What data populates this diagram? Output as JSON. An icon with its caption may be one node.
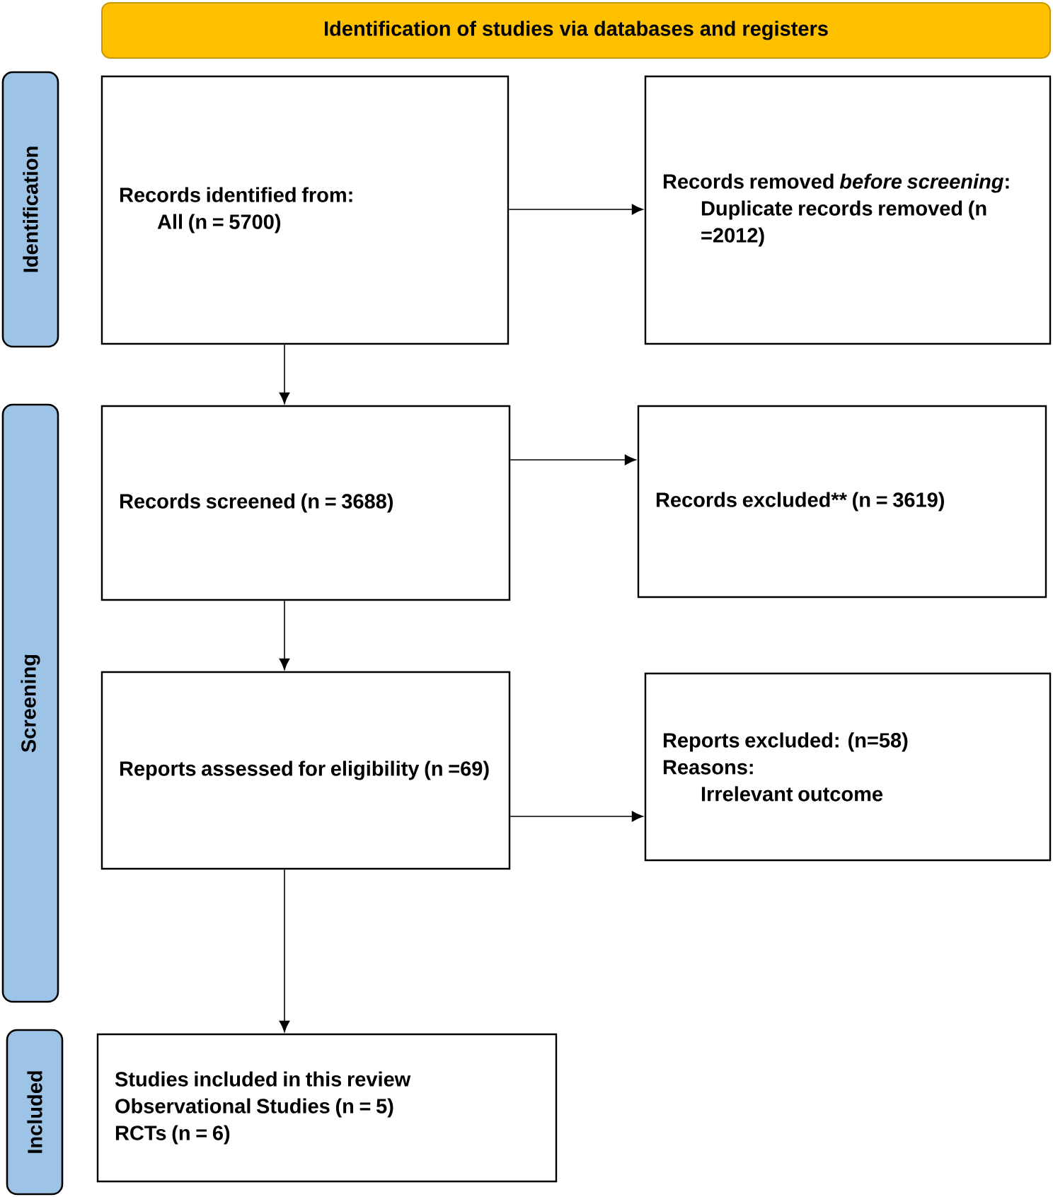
{
  "diagram": {
    "nodes": [
      {
        "text": [
          "Identification of studies via databases and registers"
        ]
      },
      {
        "text": [
          "Identification"
        ]
      },
      {
        "text": [
          "Screening"
        ]
      },
      {
        "text": [
          "Included"
        ]
      },
      {
        "text": [
          "Records identified from:",
          "All (n = 5700)"
        ]
      },
      {
        "text": [
          "Records removed *before screening*:",
          "Duplicate records removed (n =2012)"
        ]
      },
      {
        "text": [
          "Records screened (n = 3688)"
        ]
      },
      {
        "text": [
          "Records excluded** (n = 3619)"
        ]
      },
      {
        "text": [
          "Reports assessed for eligibility (n =69)"
        ]
      },
      {
        "text": [
          "Reports excluded: (n=58)",
          "Reasons:",
          "Irrelevant outcome"
        ]
      },
      {
        "text": [
          "Studies included in this review",
          "Observational Studies (n = 5)",
          "RCTs (n = 6)"
        ]
      }
    ],
    "edges": [
      {
        "from": 4,
        "to": 5,
        "arrow": "to"
      },
      {
        "from": 4,
        "to": 6,
        "arrow": "to"
      },
      {
        "from": 6,
        "to": 7,
        "arrow": "to"
      },
      {
        "from": 6,
        "to": 8,
        "arrow": "to"
      },
      {
        "from": 8,
        "to": 9,
        "arrow": "to"
      },
      {
        "from": 8,
        "to": 10,
        "arrow": "to"
      }
    ]
  }
}
